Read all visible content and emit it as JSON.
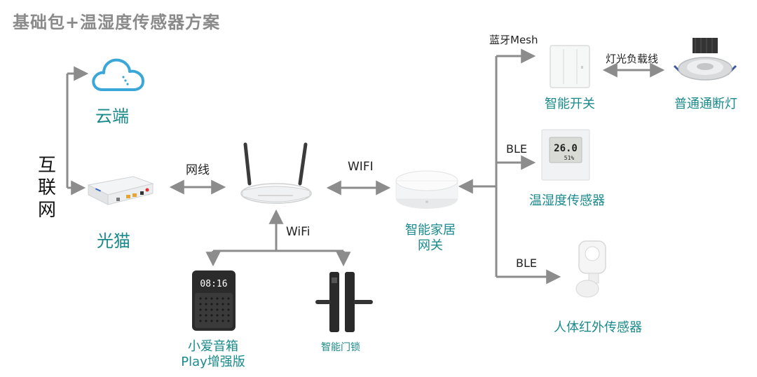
{
  "title": "基础包+温湿度传感器方案",
  "internet_label": "互联网",
  "internet_chars": [
    "互",
    "联",
    "网"
  ],
  "cloud_label": "云端",
  "modem_label": "光猫",
  "cable_label": "网线",
  "wifi_upper_label": "WIFI",
  "wifi_lower_label": "WiFi",
  "gateway_label_line1": "智能家居",
  "gateway_label_line2": "网关",
  "speaker_label_line1": "小爱音箱",
  "speaker_label_line2": "Play增强版",
  "speaker_display": "08:16",
  "lock_label": "智能门锁",
  "mesh_label": "蓝牙Mesh",
  "switch_label": "智能开关",
  "light_load_label": "灯光负载线",
  "lamp_label": "普通通断灯",
  "ble_label_1": "BLE",
  "sensor_label": "温湿度传感器",
  "sensor_display_top": "26.0",
  "sensor_display_bottom": "51%",
  "ble_label_2": "BLE",
  "motion_label": "人体红外传感器",
  "colors": {
    "teal": "#1a8a8c",
    "line": "#8c8c8c",
    "title": "#8a8a8a"
  }
}
